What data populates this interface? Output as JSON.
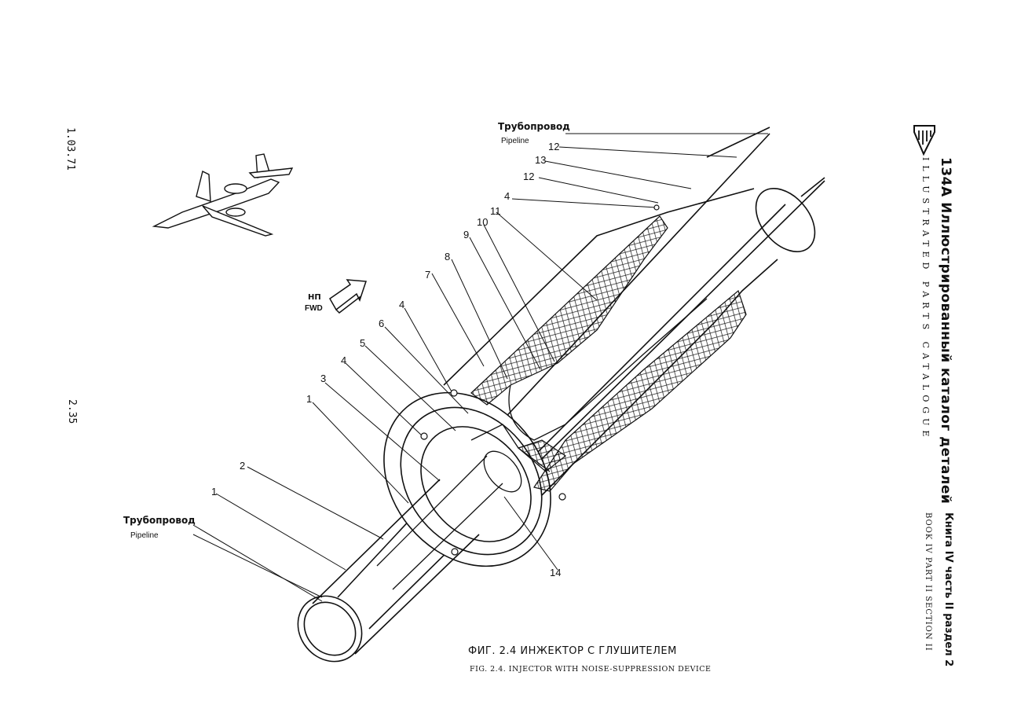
{
  "header": {
    "model": "134A",
    "title_ru": "Иллюстрированный каталог деталей",
    "title_en": "ILLUSTRATED PARTS CATALOGUE",
    "book_ru": "Книга IV часть II раздел 2",
    "book_en": "BOOK IV PART II SECTION II"
  },
  "margin": {
    "code": "1.03.71",
    "page_number": "2.35"
  },
  "direction": {
    "label_ru": "НП",
    "label_en": "FWD"
  },
  "pipeline_top": {
    "ru": "Трубопровод",
    "en": "Pipeline"
  },
  "pipeline_bottom": {
    "ru": "Трубопровод",
    "en": "Pipeline"
  },
  "callouts": [
    "1",
    "2",
    "1",
    "3",
    "4",
    "5",
    "6",
    "4",
    "7",
    "8",
    "9",
    "10",
    "11",
    "4",
    "12",
    "13",
    "12",
    "14"
  ],
  "caption": {
    "ru": "ФИГ. 2.4    ИНЖЕКТОР  С    ГЛУШИТЕЛЕМ",
    "en": "FIG. 2.4. INJECTOR WITH NOISE-SUPPRESSION DEVICE"
  },
  "colors": {
    "ink": "#111111",
    "paper": "#ffffff"
  }
}
